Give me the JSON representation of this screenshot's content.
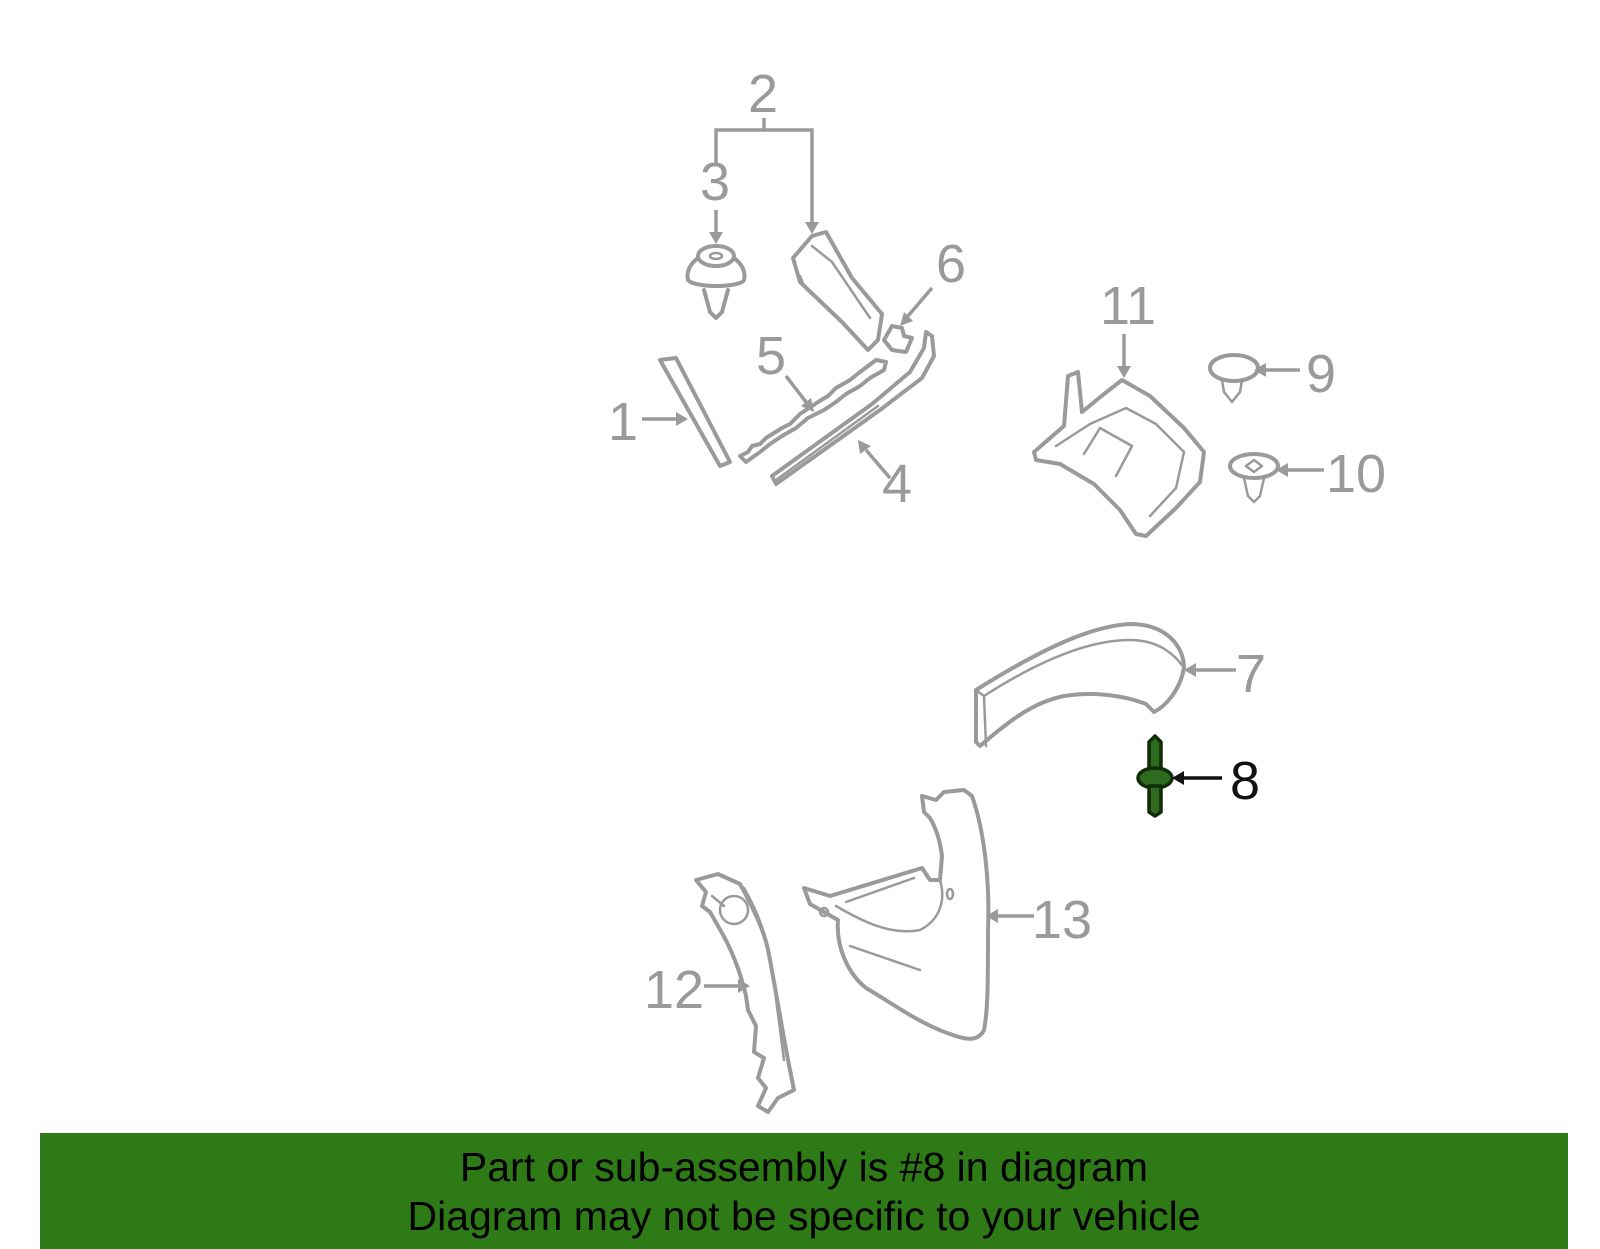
{
  "diagram": {
    "highlight_color": "#2d7a16",
    "part_color": "#9a9a9a",
    "highlighted_part": "8",
    "callouts": {
      "c1": "1",
      "c2": "2",
      "c3": "3",
      "c4": "4",
      "c5": "5",
      "c6": "6",
      "c7": "7",
      "c8": "8",
      "c9": "9",
      "c10": "10",
      "c11": "11",
      "c12": "12",
      "c13": "13"
    }
  },
  "banner": {
    "line1": "Part or sub-assembly is #8 in diagram",
    "line2": "Diagram may not be specific to your vehicle"
  }
}
